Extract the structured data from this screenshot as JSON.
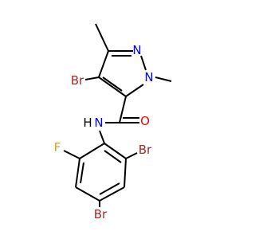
{
  "colors": {
    "bond": "#000000",
    "carbon": "#000000",
    "nitrogen": "#0000FF",
    "oxygen": "#FF0000",
    "bromine": "#A52A2A",
    "fluorine": "#DAA520",
    "hydrogen": "#000000"
  },
  "atoms": {
    "br_pyrazole": "Br",
    "n_pyrazole_2": "N",
    "n_pyrazole_1": "N",
    "n_amide": "N",
    "h_amide": "H",
    "o_carbonyl": "O",
    "f_phenyl": "F",
    "br_phenyl_ortho": "Br",
    "br_phenyl_para": "Br"
  }
}
